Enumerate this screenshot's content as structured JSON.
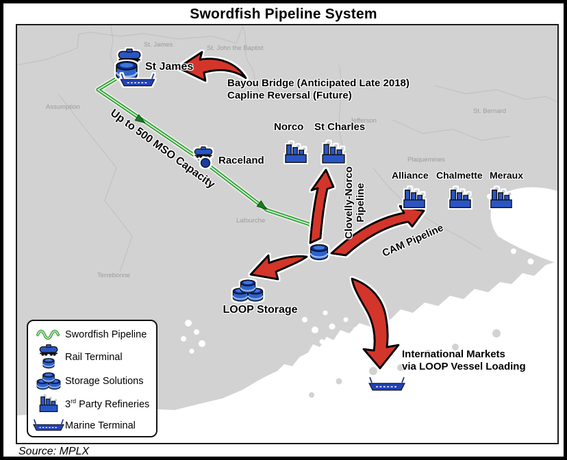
{
  "title": "Swordfish Pipeline System",
  "source_label": "Source: MPLX",
  "map": {
    "sites": {
      "st_james": "St James",
      "raceland": "Raceland",
      "norco": "Norco",
      "st_charles": "St Charles",
      "alliance": "Alliance",
      "chalmette": "Chalmette",
      "meraux": "Meraux",
      "loop_storage": "LOOP Storage"
    },
    "annotations": {
      "bayou_bridge": "Bayou Bridge (Anticipated Late 2018)",
      "capline": "Capline Reversal (Future)",
      "capacity": "Up to 500 MSO Capacity",
      "clovelly_norco_line1": "Clovelly-Norco",
      "clovelly_norco_line2": "Pipeline",
      "cam": "CAM Pipeline",
      "intl_line1": "International Markets",
      "intl_line2": "via LOOP Vessel Loading"
    },
    "parishes": [
      "St. James",
      "St. John the Baptist",
      "Assumption",
      "Jefferson",
      "St. Bernard",
      "Plaquemines",
      "Lafourche",
      "Terrebonne"
    ]
  },
  "legend": {
    "pipeline": "Swordfish Pipeline",
    "rail": "Rail Terminal",
    "storage": "Storage Solutions",
    "refinery_pre": "3",
    "refinery_sup": "rd",
    "refinery_rest": " Party Refineries",
    "marine": "Marine Terminal"
  },
  "colors": {
    "pipeline_green": "#2aa52f",
    "arrow_red": "#d4352a",
    "icon_blue": "#2b55c4",
    "land_gray": "#d2d2d2",
    "ocean_white": "#ffffff"
  }
}
